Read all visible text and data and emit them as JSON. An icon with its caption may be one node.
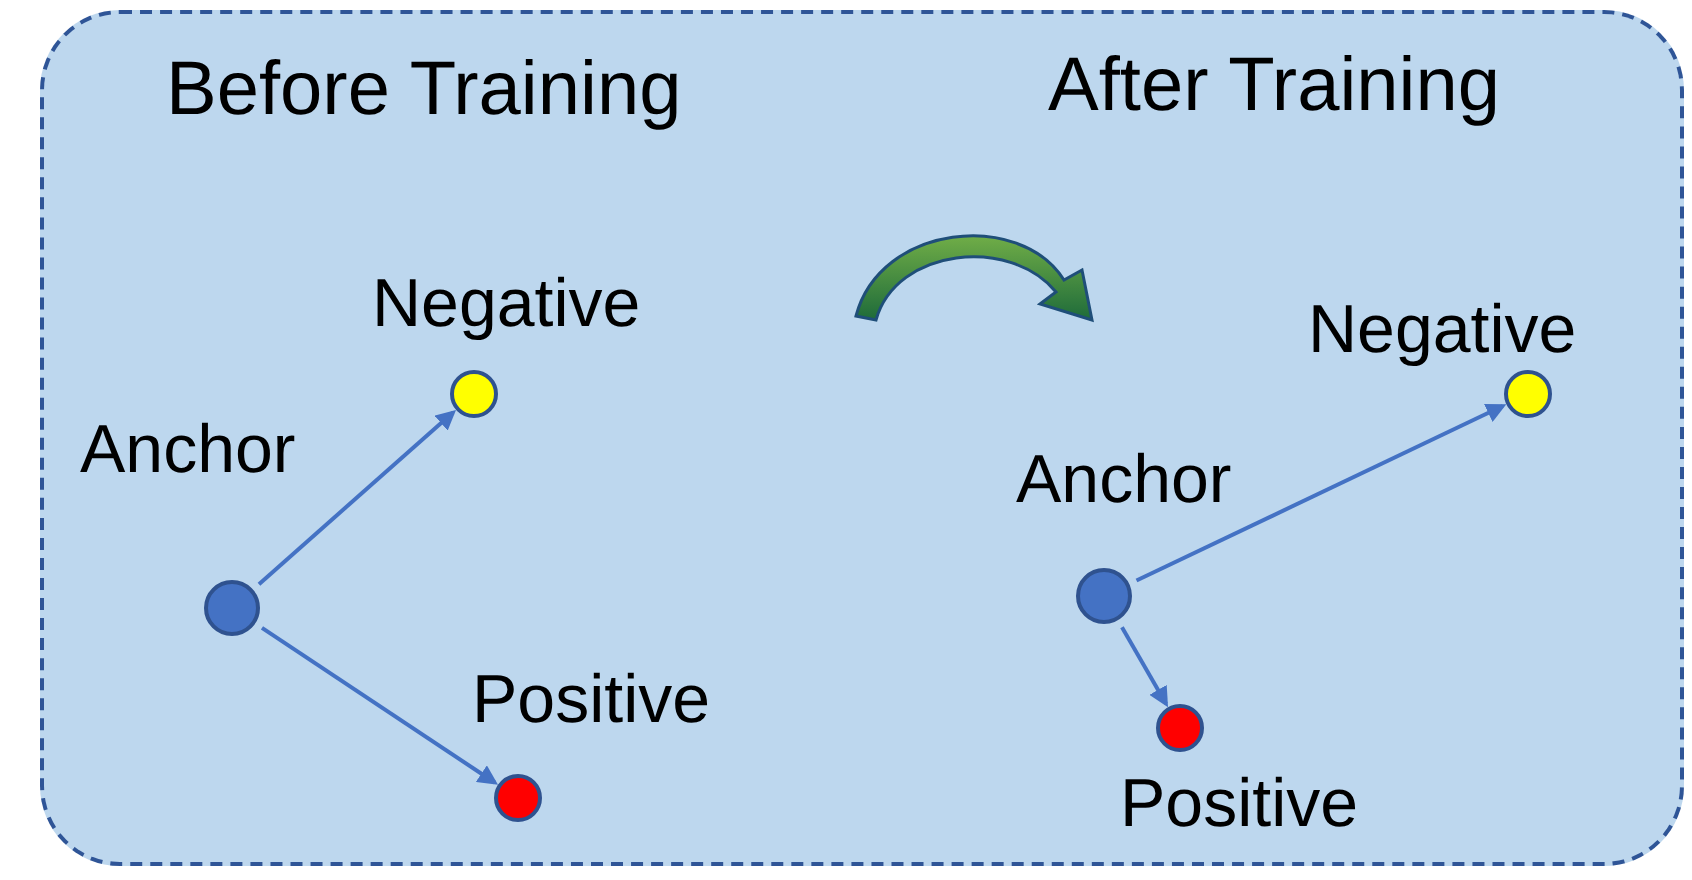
{
  "diagram": {
    "nodes": [
      {
        "text": [],
        "shape": "circle",
        "beside": [
          "Anchor"
        ]
      },
      {
        "text": [],
        "shape": "circle",
        "beside": [
          "Negative"
        ]
      },
      {
        "text": [],
        "shape": "circle",
        "beside": [
          "Positive"
        ]
      },
      {
        "text": [],
        "shape": "circle",
        "beside": [
          "Anchor"
        ]
      },
      {
        "text": [],
        "shape": "circle",
        "beside": [
          "Negative"
        ]
      },
      {
        "text": [],
        "shape": "circle",
        "beside": [
          "Positive"
        ]
      }
    ],
    "edges": [
      {
        "from": 0,
        "to": 1,
        "arrow": "to"
      },
      {
        "from": 0,
        "to": 2,
        "arrow": "to"
      },
      {
        "from": 3,
        "to": 4,
        "arrow": "to"
      },
      {
        "from": 3,
        "to": 5,
        "arrow": "to"
      }
    ],
    "labels": [
      "Before Training",
      "After Training"
    ]
  }
}
